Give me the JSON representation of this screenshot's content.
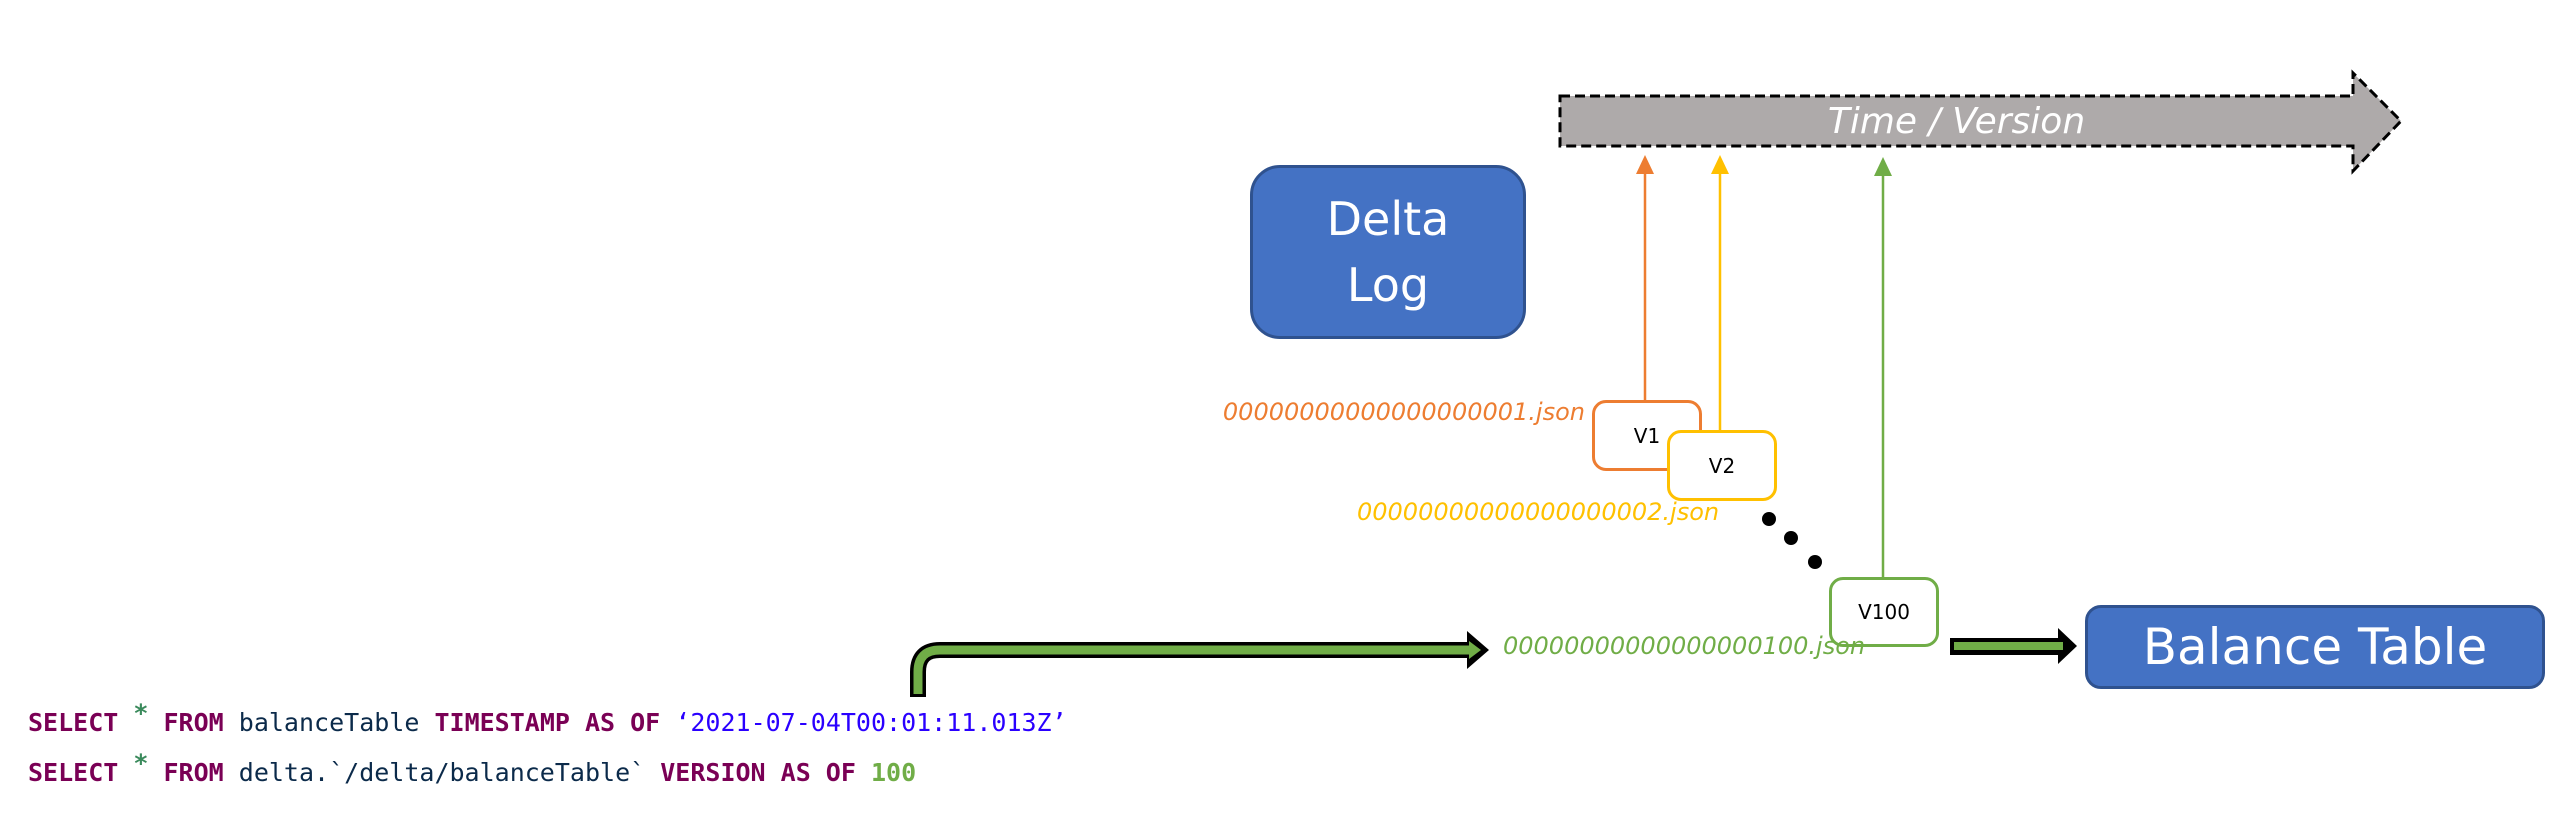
{
  "timeline": {
    "label": "Time / Version",
    "fill": "#aeaaaa"
  },
  "delta_log": {
    "line1": "Delta",
    "line2": "Log"
  },
  "balance_table": {
    "label": "Balance Table"
  },
  "versions": [
    {
      "label": "V1",
      "file": "00000000000000000001.json",
      "color": "#ed7d31"
    },
    {
      "label": "V2",
      "file": "00000000000000000002.json",
      "color": "#ffc000"
    },
    {
      "label": "V100",
      "file": "00000000000000000100.json",
      "color": "#70ad47"
    }
  ],
  "ellipsis": "•••",
  "sql": {
    "line1": {
      "select": "SELECT",
      "star": "*",
      "from": "FROM",
      "table": "balanceTable",
      "clause": "TIMESTAMP AS OF",
      "value": "‘2021-07-04T00:01:11.013Z’"
    },
    "line2": {
      "select": "SELECT",
      "star": "*",
      "from": "FROM",
      "table": "delta.`/delta/balanceTable`",
      "clause": "VERSION AS OF",
      "value": "100"
    }
  },
  "colors": {
    "box_blue": "#4472c4",
    "box_border": "#2f528f",
    "keyword": "#7a0055",
    "string": "#2a00ff",
    "number": "#70ad47",
    "arrow_green": "#70ad47"
  }
}
